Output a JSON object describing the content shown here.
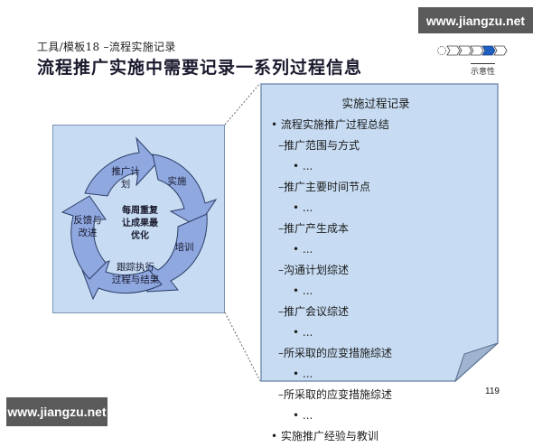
{
  "header": {
    "subtitle": "工具/模板18 –流程实施记录",
    "title": "流程推广实施中需要记录一系列过程信息"
  },
  "watermarks": {
    "top": "www.jiangzu.net",
    "bottom": "www.jiangzu.net"
  },
  "progress_indicator": {
    "steps": 5,
    "active_step": 4,
    "label": "示意性",
    "active_color": "#1f5fbf"
  },
  "cycle_diagram": {
    "center": "每周重复让成果最优化",
    "center_lines": [
      "每周重复",
      "让成果最",
      "优化"
    ],
    "steps": [
      {
        "label_lines": [
          "推广计",
          "划"
        ]
      },
      {
        "label_lines": [
          "实施"
        ]
      },
      {
        "label_lines": [
          "培训"
        ]
      },
      {
        "label_lines": [
          "跟踪执行",
          "过程与结果"
        ]
      },
      {
        "label_lines": [
          "反馈与",
          "改进"
        ]
      }
    ],
    "colors": {
      "panel": "#c7dcf3",
      "arrow": "#8fa8e0",
      "arrow_stroke": "#2c3e66"
    }
  },
  "notes": {
    "title": "实施过程记录",
    "items": [
      {
        "level": 1,
        "marker": "•",
        "text": "流程实施推广过程总结"
      },
      {
        "level": 2,
        "marker": "–",
        "text": "推广范围与方式"
      },
      {
        "level": 3,
        "marker": "•",
        "text": "..."
      },
      {
        "level": 2,
        "marker": "–",
        "text": "推广主要时间节点"
      },
      {
        "level": 3,
        "marker": "•",
        "text": "..."
      },
      {
        "level": 2,
        "marker": "–",
        "text": "推广产生成本"
      },
      {
        "level": 3,
        "marker": "•",
        "text": "..."
      },
      {
        "level": 2,
        "marker": "–",
        "text": "沟通计划综述"
      },
      {
        "level": 3,
        "marker": "•",
        "text": "..."
      },
      {
        "level": 2,
        "marker": "–",
        "text": "推广会议综述"
      },
      {
        "level": 3,
        "marker": "•",
        "text": "..."
      },
      {
        "level": 2,
        "marker": "–",
        "text": "所采取的应变措施综述"
      },
      {
        "level": 3,
        "marker": "•",
        "text": "..."
      },
      {
        "level": 2,
        "marker": "–",
        "text": "所采取的应变措施综述"
      },
      {
        "level": 3,
        "marker": "•",
        "text": "..."
      },
      {
        "level": 1,
        "marker": "•",
        "text": "实施推广经验与教训"
      }
    ]
  },
  "page_number": "119"
}
